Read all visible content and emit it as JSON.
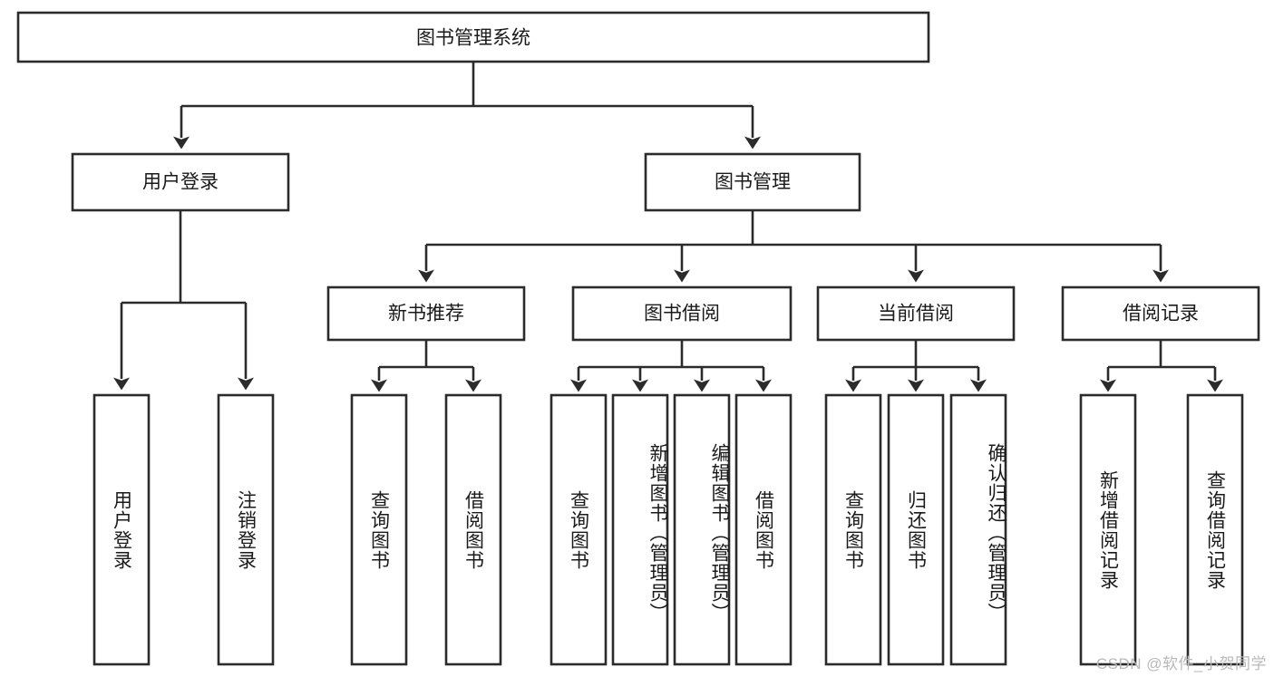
{
  "diagram": {
    "title": "图书管理系统",
    "type": "tree-hierarchy-diagram",
    "colors": {
      "stroke": "#2b2b2b",
      "fill": "#ffffff",
      "text": "#1a1a1a",
      "watermark": "#b9b9b9"
    },
    "root": {
      "label": "图书管理系统"
    },
    "level1": [
      {
        "label": "用户登录"
      },
      {
        "label": "图书管理"
      }
    ],
    "level2": [
      {
        "label": "新书推荐"
      },
      {
        "label": "图书借阅"
      },
      {
        "label": "当前借阅"
      },
      {
        "label": "借阅记录"
      }
    ],
    "leaves": {
      "user_login": [
        {
          "label": "用户登录"
        },
        {
          "label": "注销登录"
        }
      ],
      "new_book_recommend": [
        {
          "label": "查询图书"
        },
        {
          "label": "借阅图书"
        }
      ],
      "book_borrow": [
        {
          "label": "查询图书"
        },
        {
          "label": "新增图书（管理员）"
        },
        {
          "label": "编辑图书（管理员）"
        },
        {
          "label": "借阅图书"
        }
      ],
      "current_borrow": [
        {
          "label": "查询图书"
        },
        {
          "label": "归还图书"
        },
        {
          "label": "确认归还（管理员）"
        }
      ],
      "borrow_record": [
        {
          "label": "新增借阅记录"
        },
        {
          "label": "查询借阅记录"
        }
      ]
    }
  },
  "watermark": {
    "text": "CSDN @软件_小贺同学"
  }
}
